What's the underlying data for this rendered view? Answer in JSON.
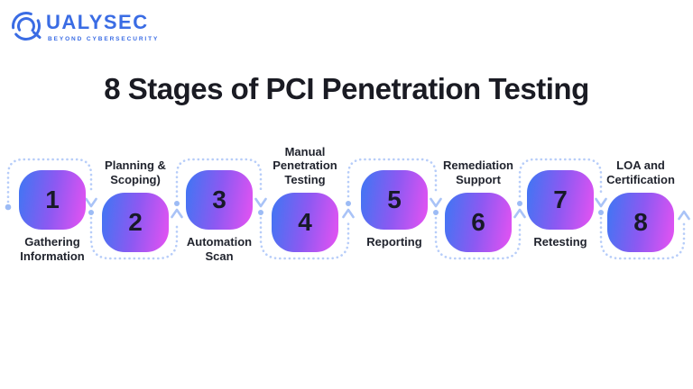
{
  "logo": {
    "q_letter": "Q",
    "brand_rest": "UALYSEC",
    "tagline": "BEYOND CYBERSECURITY",
    "brand_color": "#3a6ce4"
  },
  "title": "8 Stages of PCI Penetration Testing",
  "stages": [
    {
      "number": "1",
      "label": "Gathering Information",
      "label_position": "below"
    },
    {
      "number": "2",
      "label": "Planning & Scoping)",
      "label_position": "above"
    },
    {
      "number": "3",
      "label": "Automation Scan",
      "label_position": "below"
    },
    {
      "number": "4",
      "label": "Manual Penetration Testing",
      "label_position": "above"
    },
    {
      "number": "5",
      "label": "Reporting",
      "label_position": "below"
    },
    {
      "number": "6",
      "label": "Remediation Support",
      "label_position": "above"
    },
    {
      "number": "7",
      "label": "Retesting",
      "label_position": "below"
    },
    {
      "number": "8",
      "label": "LOA and Certification",
      "label_position": "above"
    }
  ],
  "colors": {
    "badge_gradient_start": "#3d77f3",
    "badge_gradient_mid": "#8c59f2",
    "badge_gradient_end": "#e852f2",
    "flow_dash": "#b7cdf9",
    "flow_dot": "#9cbbf5",
    "flow_chevron": "#a9c3f7",
    "title_text": "#1a1b23",
    "label_text": "#21242e",
    "number_text": "#181a28"
  }
}
